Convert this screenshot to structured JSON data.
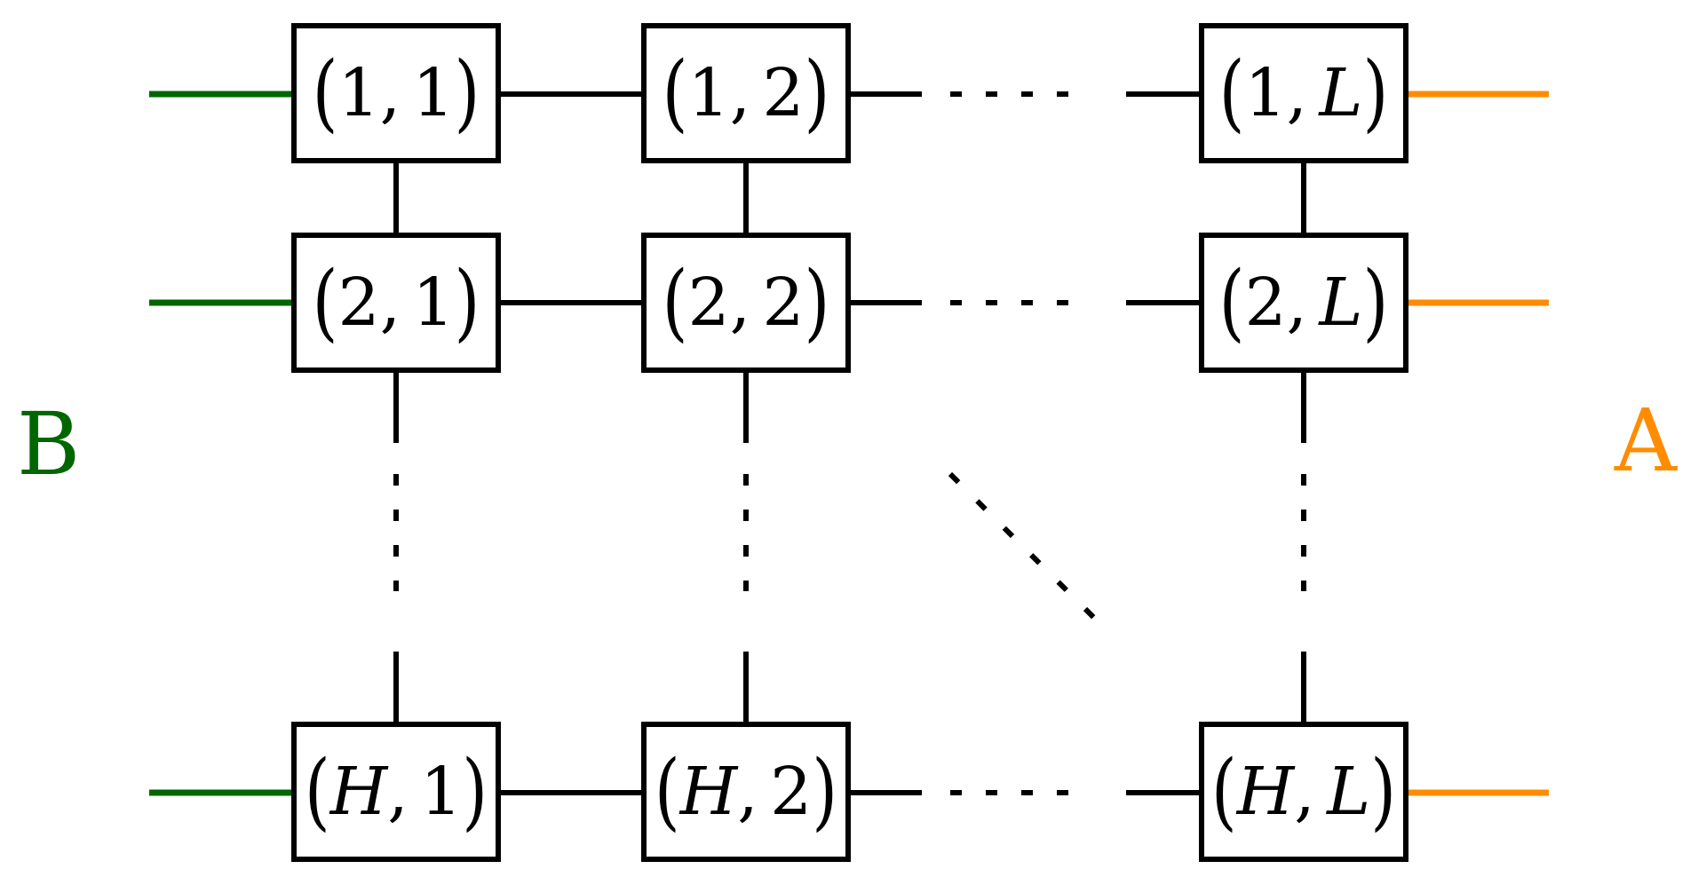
{
  "diagram": {
    "description": "H-by-L grid of coupled sites with left boundary B and right boundary A",
    "left_label": "B",
    "right_label": "A",
    "colors": {
      "left_wire": "#006600",
      "right_wire": "#FF8C00",
      "line": "#000000",
      "background": "#FFFFFF"
    },
    "syntax": {
      "open": "(",
      "comma": ",",
      "close": ")"
    },
    "nodes": [
      {
        "row": "1",
        "col": "1",
        "label": "(1, 1)"
      },
      {
        "row": "1",
        "col": "2",
        "label": "(1, 2)"
      },
      {
        "row": "1",
        "col": "L",
        "label": "(1, L)"
      },
      {
        "row": "2",
        "col": "1",
        "label": "(2, 1)"
      },
      {
        "row": "2",
        "col": "2",
        "label": "(2, 2)"
      },
      {
        "row": "2",
        "col": "L",
        "label": "(2, L)"
      },
      {
        "row": "H",
        "col": "1",
        "label": "(H, 1)"
      },
      {
        "row": "H",
        "col": "2",
        "label": "(H, 2)"
      },
      {
        "row": "H",
        "col": "L",
        "label": "(H, L)"
      }
    ]
  }
}
